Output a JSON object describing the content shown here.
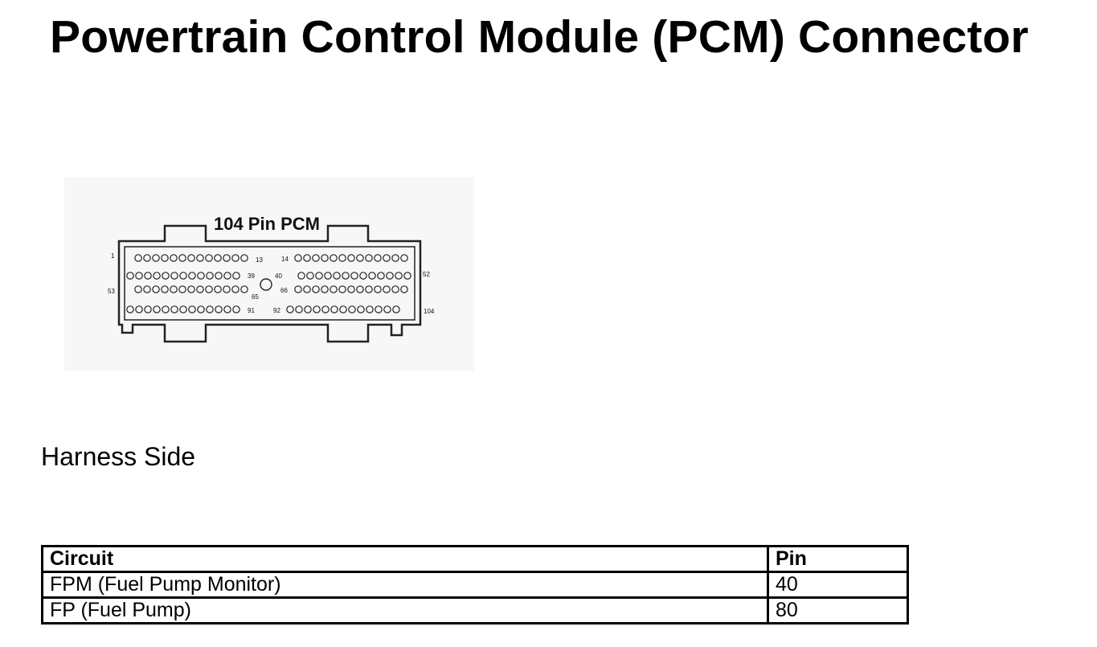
{
  "title": "Powertrain Control Module (PCM) Connector",
  "diagram": {
    "connector_label": "104 Pin PCM",
    "pin_labels": [
      "1",
      "13",
      "14",
      "52",
      "39",
      "40",
      "53",
      "65",
      "66",
      "91",
      "92",
      "104"
    ]
  },
  "subtitle": "Harness Side",
  "table": {
    "headers": [
      "Circuit",
      "Pin"
    ],
    "rows": [
      [
        "FPM (Fuel Pump Monitor)",
        "40"
      ],
      [
        "FP (Fuel Pump)",
        "80"
      ]
    ]
  }
}
